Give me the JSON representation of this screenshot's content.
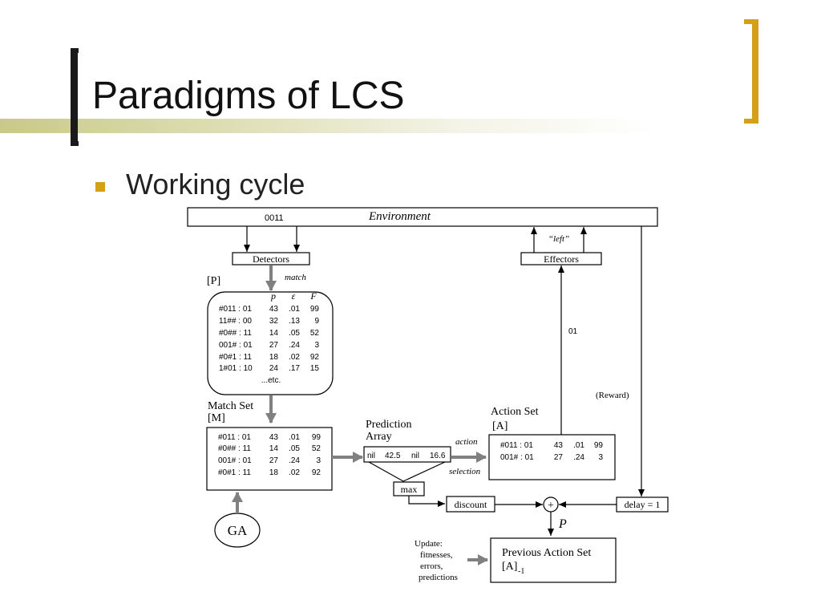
{
  "slide": {
    "title": "Paradigms of LCS",
    "bullet": "Working cycle"
  },
  "colors": {
    "accent": "#d4a017",
    "title_band": "#c9c98a",
    "diagram_line": "#000000",
    "thick_arrow": "#808080"
  },
  "diagram": {
    "environment": {
      "input": "0011",
      "label": "Environment"
    },
    "detectors": "Detectors",
    "effectors": "Effectors",
    "left_action": "“left”",
    "match_label": "match",
    "population_label": "[P]",
    "columns": [
      "p",
      "ε",
      "F"
    ],
    "population": [
      [
        "#011 : 01",
        "43",
        ".01",
        "99"
      ],
      [
        "11## : 00",
        "32",
        ".13",
        "9"
      ],
      [
        "#0## : 11",
        "14",
        ".05",
        "52"
      ],
      [
        "001# : 01",
        "27",
        ".24",
        "3"
      ],
      [
        "#0#1 : 11",
        "18",
        ".02",
        "92"
      ],
      [
        "1#01 : 10",
        "24",
        ".17",
        "15"
      ]
    ],
    "etc": "...etc.",
    "match_set_label": "Match Set",
    "match_set_symbol": "[M]",
    "match_set": [
      [
        "#011 : 01",
        "43",
        ".01",
        "99"
      ],
      [
        "#0## : 11",
        "14",
        ".05",
        "52"
      ],
      [
        "001# : 01",
        "27",
        ".24",
        "3"
      ],
      [
        "#0#1 : 11",
        "18",
        ".02",
        "92"
      ]
    ],
    "prediction_label_1": "Prediction",
    "prediction_label_2": "Array",
    "prediction_values": [
      "nil",
      "42.5",
      "nil",
      "16.6"
    ],
    "action_label": "action",
    "selection_label": "selection",
    "action_set_label": "Action Set",
    "action_set_symbol": "[A]",
    "action_set": [
      [
        "#011 : 01",
        "43",
        ".01",
        "99"
      ],
      [
        "001# : 01",
        "27",
        ".24",
        "3"
      ]
    ],
    "action_value": "01",
    "reward": "(Reward)",
    "max": "max",
    "discount": "discount",
    "delay": "delay = 1",
    "plus": "+",
    "p_label": "P",
    "ga": "GA",
    "update_lines": [
      "Update:",
      "fitnesses,",
      "errors,",
      "predictions"
    ],
    "previous_action_set": "Previous Action Set",
    "previous_symbol": "[A]",
    "previous_sub": "-1"
  }
}
